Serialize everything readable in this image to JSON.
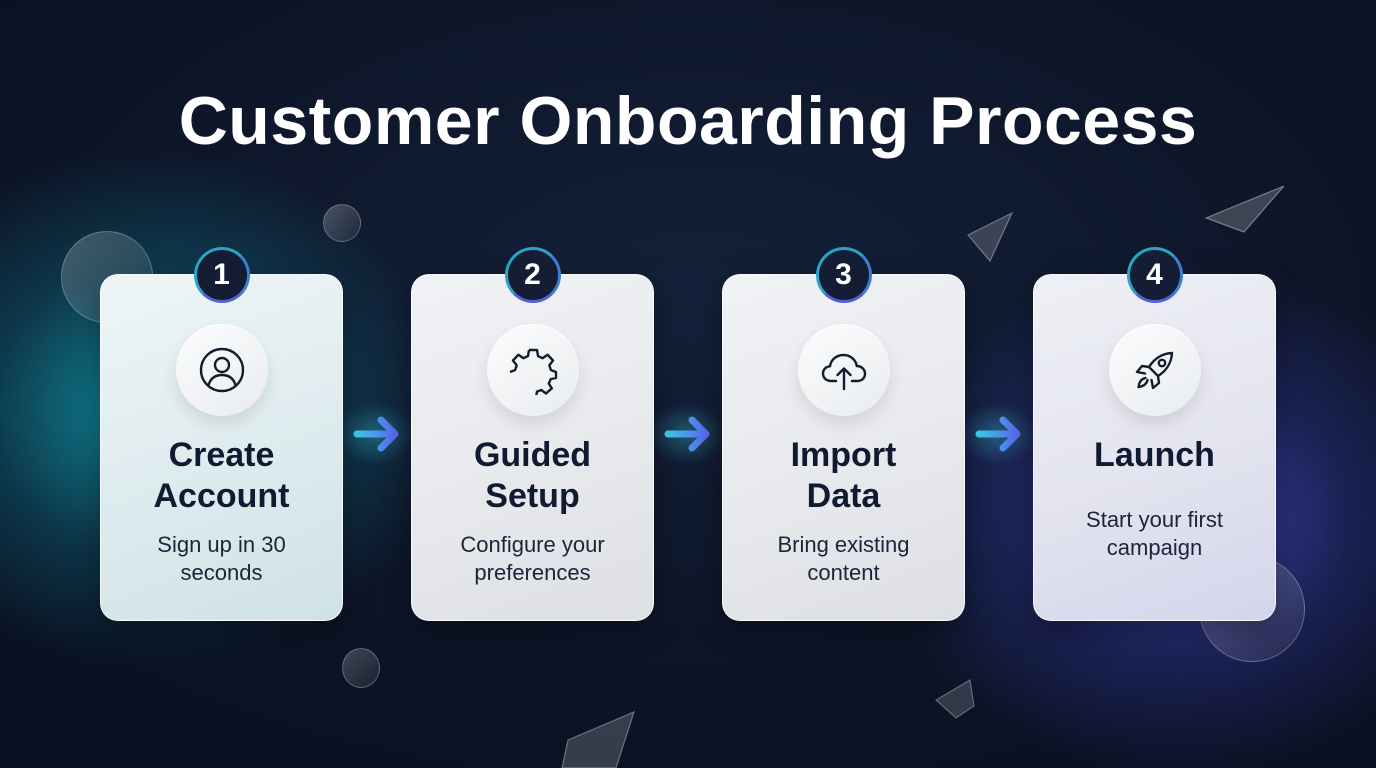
{
  "title": "Customer Onboarding Process",
  "colors": {
    "background": "#0c1427",
    "teal_glow": "#0fa0af",
    "indigo_glow": "#4650d2",
    "card_text": "#101a30",
    "badge_bg": "#141d33",
    "arrow_start": "#3bc4e0",
    "arrow_end": "#5a6af0"
  },
  "steps": [
    {
      "number": "1",
      "icon": "user-circle-icon",
      "title_line1": "Create",
      "title_line2": "Account",
      "description": "Sign up in 30 seconds"
    },
    {
      "number": "2",
      "icon": "gear-icon",
      "title_line1": "Guided",
      "title_line2": "Setup",
      "description": "Configure your preferences"
    },
    {
      "number": "3",
      "icon": "cloud-upload-icon",
      "title_line1": "Import",
      "title_line2": "Data",
      "description": "Bring existing content"
    },
    {
      "number": "4",
      "icon": "rocket-icon",
      "title_line1": "Launch",
      "title_line2": "",
      "description": "Start your first campaign"
    }
  ],
  "connectors": [
    "arrow-right-icon",
    "arrow-right-icon",
    "arrow-right-icon"
  ]
}
